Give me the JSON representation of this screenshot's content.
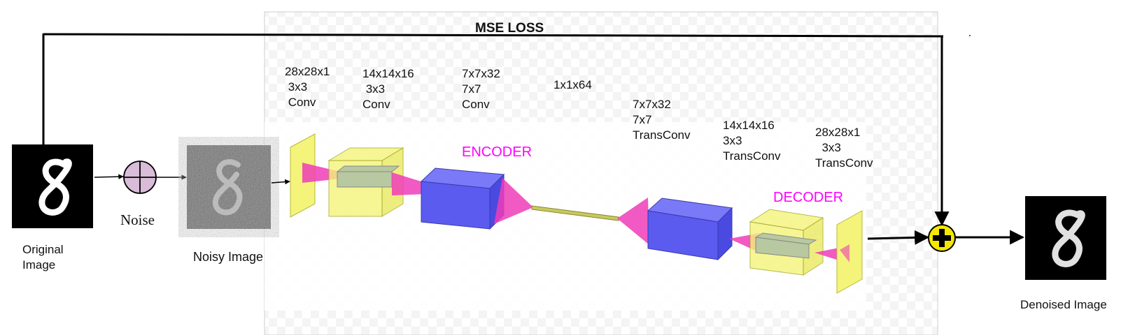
{
  "title": "MSE LOSS",
  "labels": {
    "original_image": "Original\nImage",
    "noise": "Noise",
    "noisy_image": "Noisy Image",
    "denoised_image": "Denoised Image",
    "encoder": "ENCODER",
    "decoder": "DECODER"
  },
  "layers": [
    {
      "id": "enc1",
      "text": "28x28x1\n 3x3\n Conv"
    },
    {
      "id": "enc2",
      "text": "14x14x16\n 3x3\nConv"
    },
    {
      "id": "enc3",
      "text": "7x7x32\n7x7\nConv"
    },
    {
      "id": "latent",
      "text": "1x1x64"
    },
    {
      "id": "dec1",
      "text": "7x7x32\n7x7\nTransConv"
    },
    {
      "id": "dec2",
      "text": "14x14x16\n3x3\nTransConv"
    },
    {
      "id": "dec3",
      "text": "28x28x1\n  3x3\nTransConv"
    }
  ],
  "colors": {
    "encoder_label": "#ff00ff",
    "decoder_label": "#ff00ff",
    "blue_block": "#5b5bf0",
    "yellow_block": "#f4f47a",
    "pink_cone": "#ee3cb8",
    "sum_node": "#f5e800",
    "noise_node": "#d8bcd8"
  },
  "icons": {
    "noise_node": "circle-plus-icon",
    "sum_node": "sum-plus-icon"
  }
}
